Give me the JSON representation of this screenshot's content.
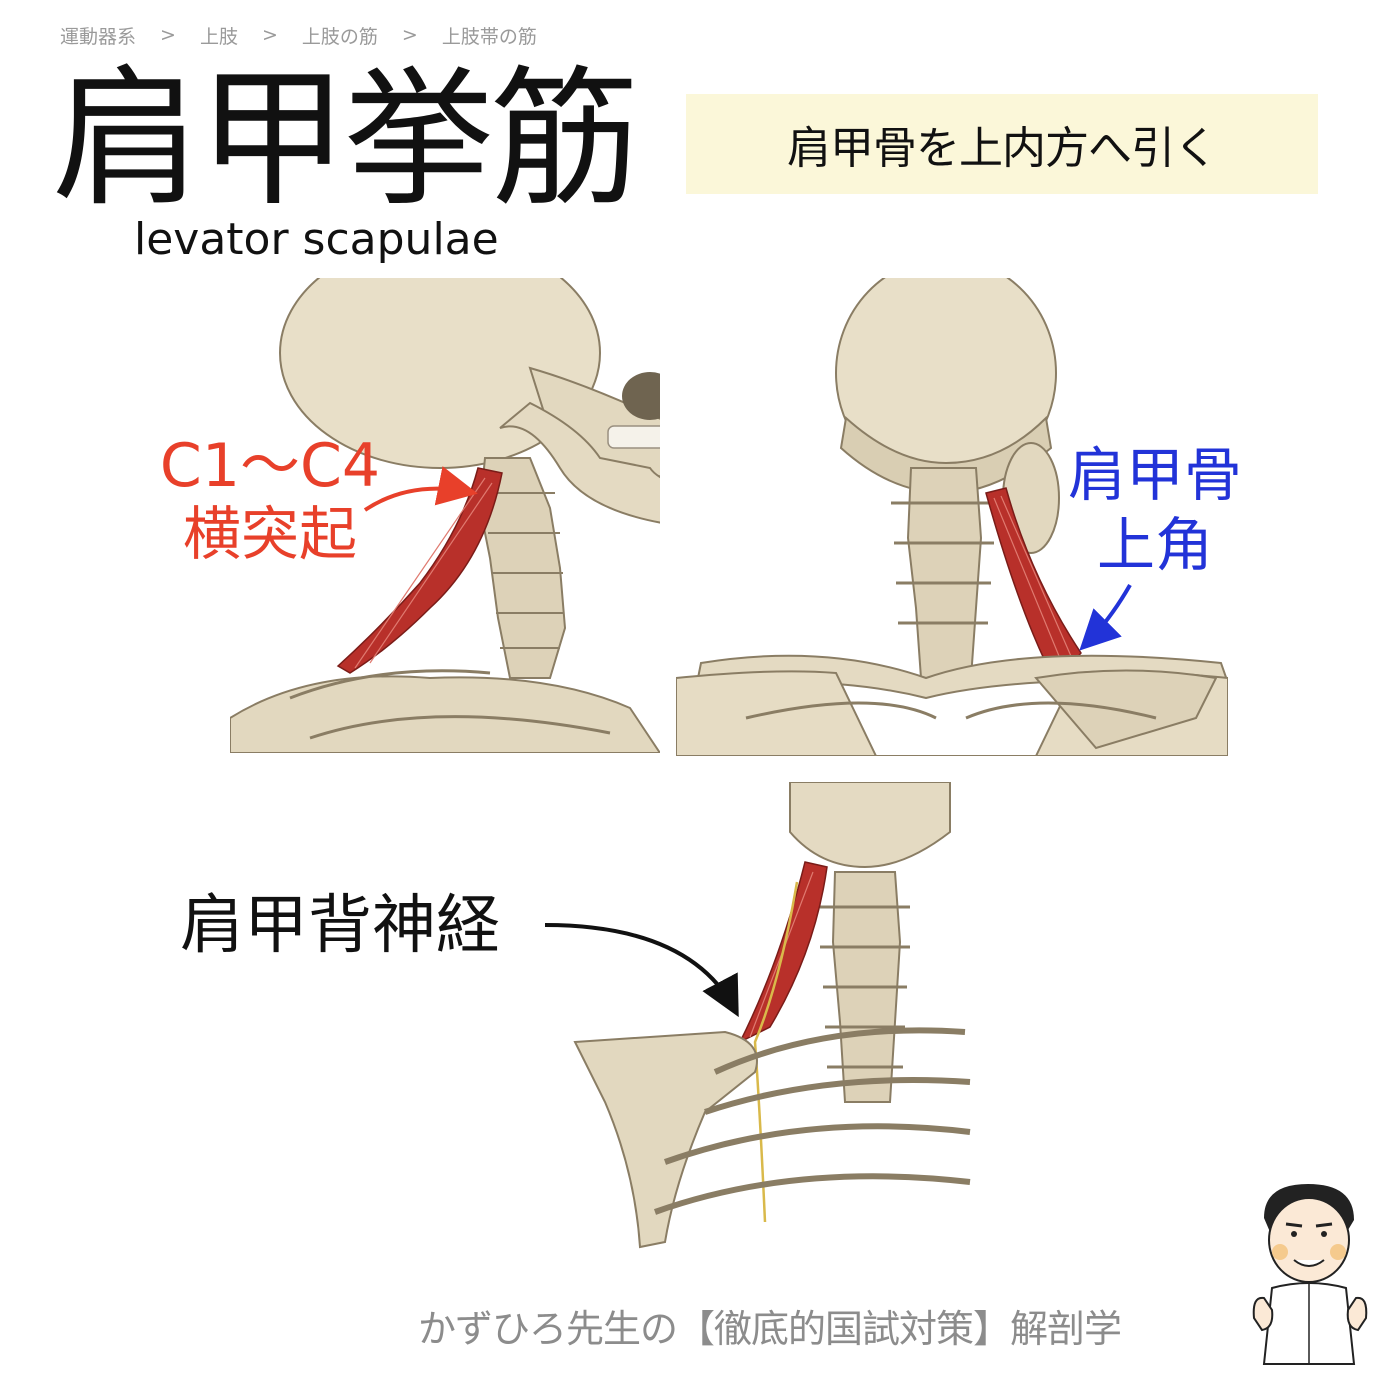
{
  "breadcrumb": [
    "運動器系",
    "上肢",
    "上肢の筋",
    "上肢帯の筋"
  ],
  "breadcrumb_separator": ">",
  "title": "肩甲挙筋",
  "subtitle": "levator scapulae",
  "action": "肩甲骨を上内方へ引く",
  "labels": {
    "origin_line1": "C1〜C4",
    "origin_line2": "横突起",
    "insertion_line1": "肩甲骨",
    "insertion_line2": "上角",
    "nerve": "肩甲背神経"
  },
  "footer": "かずひろ先生の【徹底的国試対策】解剖学",
  "colors": {
    "origin": "#e8402a",
    "insertion": "#2233d8",
    "muscle": "#b8302a",
    "bone": "#e6dcc4",
    "action_box": "#fbf7d9"
  }
}
